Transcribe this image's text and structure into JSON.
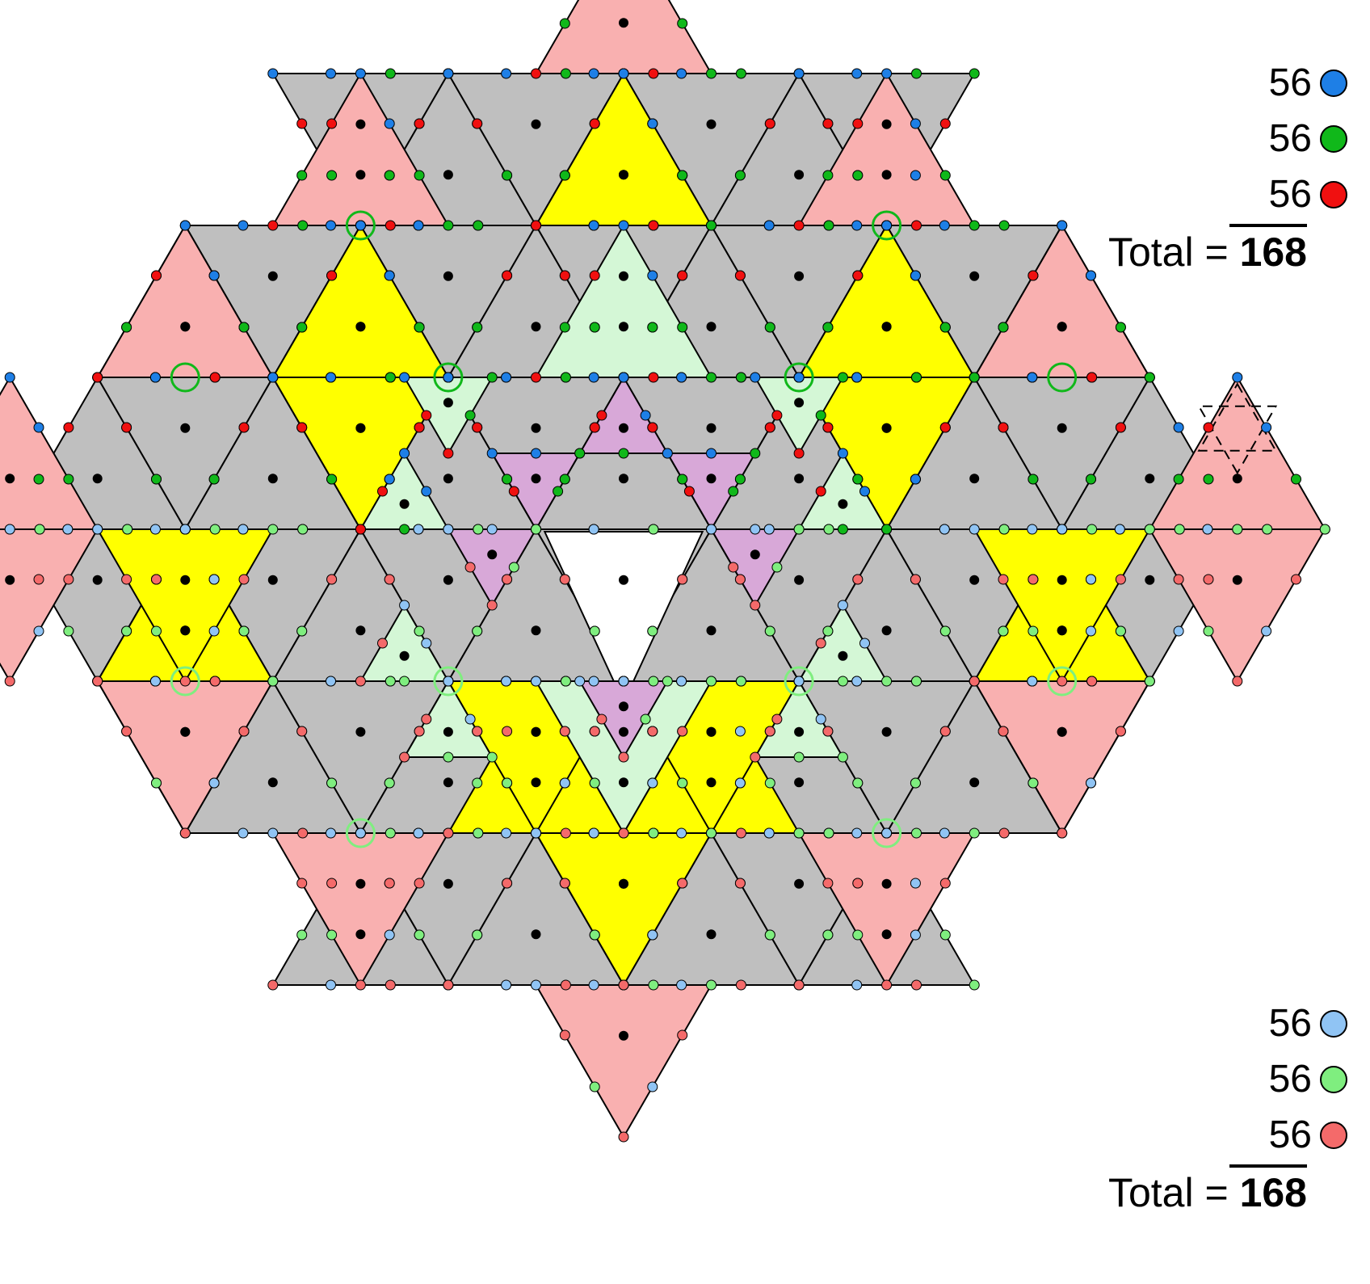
{
  "legend_top": {
    "items": [
      {
        "value": "56",
        "color": "#1e7fe6",
        "icon": "blue-dot-icon"
      },
      {
        "value": "56",
        "color": "#10b81a",
        "icon": "green-dot-icon"
      },
      {
        "value": "56",
        "color": "#f01010",
        "icon": "red-dot-icon"
      }
    ],
    "total_label": "Total =",
    "total_value": "168"
  },
  "legend_bottom": {
    "items": [
      {
        "value": "56",
        "color": "#90c4f4",
        "icon": "light-blue-dot-icon"
      },
      {
        "value": "56",
        "color": "#7fee7f",
        "icon": "light-green-dot-icon"
      },
      {
        "value": "56",
        "color": "#f46a6a",
        "icon": "light-red-dot-icon"
      }
    ],
    "total_label": "Total =",
    "total_value": "168"
  },
  "colors": {
    "pink": "#f9b0b0",
    "gray": "#bfbfbf",
    "yellow": "#ffff00",
    "pale_green": "#d4f7d6",
    "lavender": "#d8a8d8",
    "white": "#ffffff",
    "circle_green": "#10b81a",
    "circle_light_green": "#7fee7f",
    "center_dot": "#000000",
    "edge": "#000000"
  }
}
